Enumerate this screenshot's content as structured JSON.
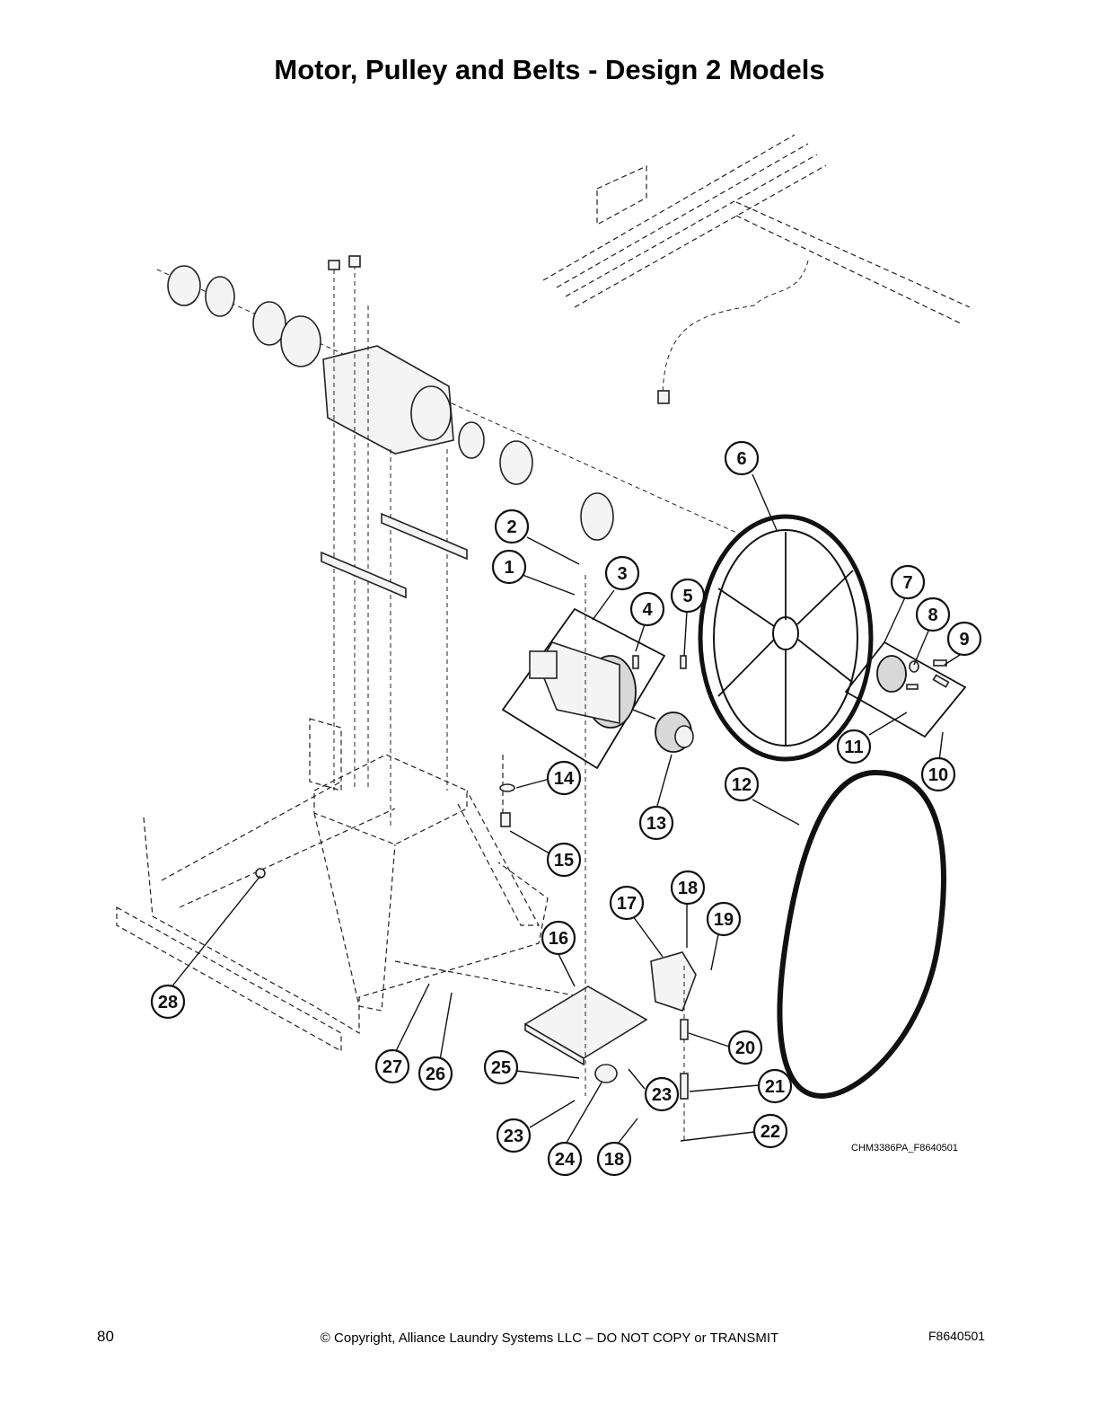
{
  "title": "Motor, Pulley and Belts - Design 2 Models",
  "drawing_number": "CHM3386PA_F8640501",
  "footer": {
    "page_number": "80",
    "copyright": "© Copyright, Alliance Laundry Systems LLC – DO NOT COPY or TRANSMIT",
    "code": "F8640501"
  },
  "callouts": [
    {
      "label": "1"
    },
    {
      "label": "2"
    },
    {
      "label": "3"
    },
    {
      "label": "4"
    },
    {
      "label": "5"
    },
    {
      "label": "6"
    },
    {
      "label": "7"
    },
    {
      "label": "8"
    },
    {
      "label": "9"
    },
    {
      "label": "10"
    },
    {
      "label": "11"
    },
    {
      "label": "12"
    },
    {
      "label": "13"
    },
    {
      "label": "14"
    },
    {
      "label": "15"
    },
    {
      "label": "16"
    },
    {
      "label": "17"
    },
    {
      "label": "18"
    },
    {
      "label": "19"
    },
    {
      "label": "20"
    },
    {
      "label": "21"
    },
    {
      "label": "22"
    },
    {
      "label": "23"
    },
    {
      "label": "23"
    },
    {
      "label": "24"
    },
    {
      "label": "18"
    },
    {
      "label": "25"
    },
    {
      "label": "26"
    },
    {
      "label": "27"
    },
    {
      "label": "28"
    }
  ]
}
